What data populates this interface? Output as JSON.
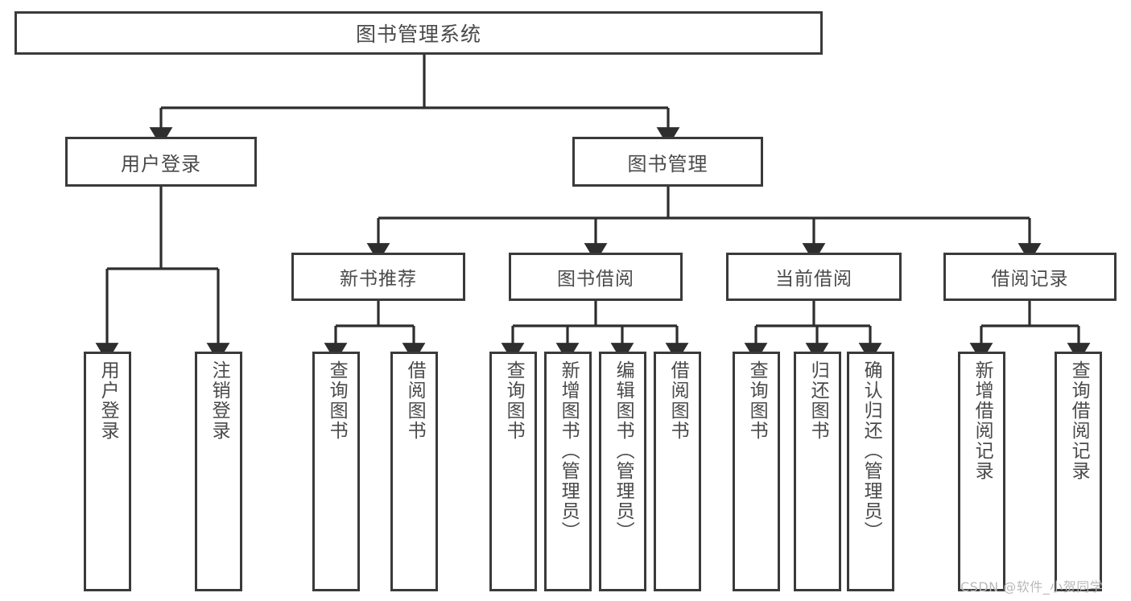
{
  "diagram": {
    "type": "tree",
    "title": "图书管理系统",
    "root": {
      "label": "图书管理系统"
    },
    "level2": [
      {
        "id": "user-login",
        "label": "用户登录"
      },
      {
        "id": "book-management",
        "label": "图书管理"
      }
    ],
    "level3": [
      {
        "id": "new-book-recommend",
        "label": "新书推荐"
      },
      {
        "id": "book-borrow",
        "label": "图书借阅"
      },
      {
        "id": "current-borrow",
        "label": "当前借阅"
      },
      {
        "id": "borrow-record",
        "label": "借阅记录"
      }
    ],
    "leaves": [
      {
        "id": "user-login-leaf",
        "label": "用户登录",
        "parent": "user-login"
      },
      {
        "id": "logout-leaf",
        "label": "注销登录",
        "parent": "user-login"
      },
      {
        "id": "query-book-new",
        "label": "查询图书",
        "parent": "new-book-recommend"
      },
      {
        "id": "borrow-book-new",
        "label": "借阅图书",
        "parent": "new-book-recommend"
      },
      {
        "id": "query-book-borrow",
        "label": "查询图书",
        "parent": "book-borrow"
      },
      {
        "id": "add-book-admin",
        "label": "新增图书（管理员）",
        "parent": "book-borrow"
      },
      {
        "id": "edit-book-admin",
        "label": "编辑图书（管理员）",
        "parent": "book-borrow"
      },
      {
        "id": "borrow-book",
        "label": "借阅图书",
        "parent": "book-borrow"
      },
      {
        "id": "query-book-current",
        "label": "查询图书",
        "parent": "current-borrow"
      },
      {
        "id": "return-book",
        "label": "归还图书",
        "parent": "current-borrow"
      },
      {
        "id": "confirm-return-admin",
        "label": "确认归还（管理员）",
        "parent": "current-borrow"
      },
      {
        "id": "add-borrow-record",
        "label": "新增借阅记录",
        "parent": "borrow-record"
      },
      {
        "id": "query-borrow-record",
        "label": "查询借阅记录",
        "parent": "borrow-record"
      }
    ]
  },
  "watermark": {
    "text": "CSDN @软件_小贺同学"
  },
  "colors": {
    "border": "#3a3a3a",
    "text": "#4a4a4a",
    "background": "#ffffff",
    "watermark": "#b9b9b9"
  }
}
